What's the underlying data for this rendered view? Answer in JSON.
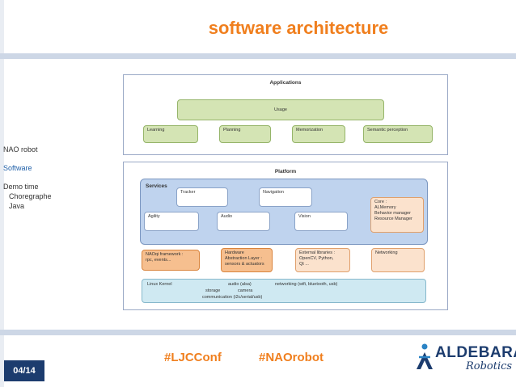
{
  "slide": {
    "title": "software architecture",
    "page_number": "04/14",
    "hashtags": [
      "#LJCConf",
      "#NAOrobot"
    ],
    "logo": {
      "name": "ALDEBARAN",
      "sub": "Robotics"
    },
    "colors": {
      "accent": "#f07f1e",
      "navy": "#1c3c6e",
      "active": "#1f5fa8"
    }
  },
  "menu": [
    {
      "label": "NAO robot",
      "active": false
    },
    {
      "label": "Software",
      "active": true
    },
    {
      "label": "Demo time",
      "active": false
    },
    {
      "label": "Choregraphe",
      "active": false
    },
    {
      "label": "Java",
      "active": false
    }
  ],
  "diagram": {
    "applications": {
      "label": "Applications",
      "usage": "Usage",
      "items": [
        "Learning",
        "Planning",
        "Memorization",
        "Semantic perception"
      ]
    },
    "platform": {
      "label": "Platform",
      "services": {
        "label": "Services",
        "items": [
          "Tracker",
          "Navigation",
          "Agility",
          "Audio",
          "Vision"
        ],
        "core": [
          "Core :",
          "ALMemory",
          "Behavior manager",
          "Resource Manager"
        ]
      },
      "naoqi": [
        "NAOqi framework :",
        "rpc, events..."
      ],
      "hardware": [
        "Hardware",
        "Abstraction Layer :",
        "sensors & actuators"
      ],
      "external": [
        "External libraries :",
        "OpenCV, Python,",
        "Qt ..."
      ],
      "networking": "Networking",
      "linux": {
        "kernel": "Linux Kernel",
        "audio": "audio (alsa)",
        "network": "networking (wifi, bluetooth, usb)",
        "storage": "storage",
        "camera": "camera",
        "comm": "communication (i2c/serial/usb)"
      }
    }
  }
}
